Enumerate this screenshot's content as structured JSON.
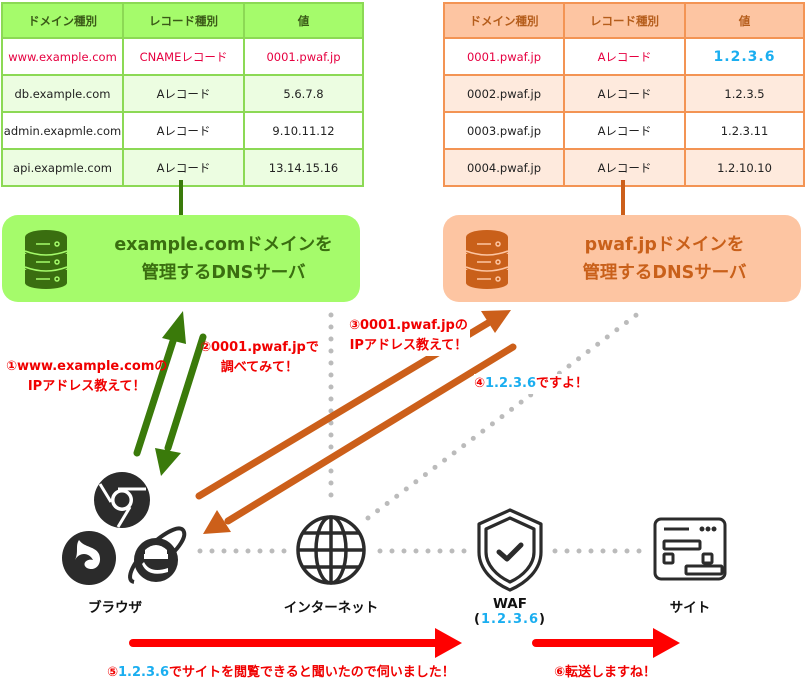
{
  "tables": {
    "example_dns": {
      "headers": [
        "ドメイン種別",
        "レコード種別",
        "値"
      ],
      "rows": [
        {
          "domain": "www.example.com",
          "record": "CNAMEレコード",
          "value": "0001.pwaf.jp",
          "highlight": true
        },
        {
          "domain": "db.example.com",
          "record": "Aレコード",
          "value": "5.6.7.8"
        },
        {
          "domain": "admin.exapmle.com",
          "record": "Aレコード",
          "value": "9.10.11.12"
        },
        {
          "domain": "api.exapmle.com",
          "record": "Aレコード",
          "value": "13.14.15.16"
        }
      ]
    },
    "pwaf_dns": {
      "headers": [
        "ドメイン種別",
        "レコード種別",
        "値"
      ],
      "rows": [
        {
          "domain": "0001.pwaf.jp",
          "record": "Aレコード",
          "value": "1.2.3.6",
          "highlight": true
        },
        {
          "domain": "0002.pwaf.jp",
          "record": "Aレコード",
          "value": "1.2.3.5"
        },
        {
          "domain": "0003.pwaf.jp",
          "record": "Aレコード",
          "value": "1.2.3.11"
        },
        {
          "domain": "0004.pwaf.jp",
          "record": "Aレコード",
          "value": "1.2.10.10"
        }
      ]
    }
  },
  "servers": {
    "example": {
      "line1": "example.comドメインを",
      "line2": "管理するDNSサーバ",
      "icon": "database-server-icon"
    },
    "pwaf": {
      "line1": "pwaf.jpドメインを",
      "line2": "管理するDNSサーバ",
      "icon": "database-server-icon"
    }
  },
  "steps": {
    "s1": {
      "line1": "①www.example.comの",
      "line2": "IPアドレス教えて！"
    },
    "s2": {
      "line1": "②0001.pwaf.jpで",
      "line2": "調べてみて！"
    },
    "s3": {
      "line1": "③0001.pwaf.jpの",
      "line2": "IPアドレス教えて！"
    },
    "s4": {
      "prefix": "④",
      "ip": "1.2.3.6",
      "suffix": "ですよ！"
    },
    "s5": {
      "prefix": "⑤",
      "ip": "1.2.3.6",
      "suffix": "でサイトを閲覧できると聞いたので伺いました！"
    },
    "s6": {
      "text": "⑥転送しますね！"
    }
  },
  "nodes": {
    "browser": {
      "label": "ブラウザ",
      "icons": [
        "chrome-icon",
        "firefox-icon",
        "internet-explorer-icon"
      ]
    },
    "internet": {
      "label": "インターネット",
      "icon": "globe-icon"
    },
    "waf": {
      "label": "WAF",
      "ip_open": "(",
      "ip": "1.2.3.6",
      "ip_close": ")",
      "icon": "shield-check-icon"
    },
    "site": {
      "label": "サイト",
      "icon": "website-icon"
    }
  },
  "colors": {
    "green": "#a5fb6b",
    "green_dark": "#3a7a0a",
    "orange": "#fdc5a2",
    "orange_dark": "#cc5f1a",
    "red": "#f00000",
    "blue": "#1aaef0",
    "dots": "#bbbbbb",
    "icon": "#2b2b2b"
  }
}
